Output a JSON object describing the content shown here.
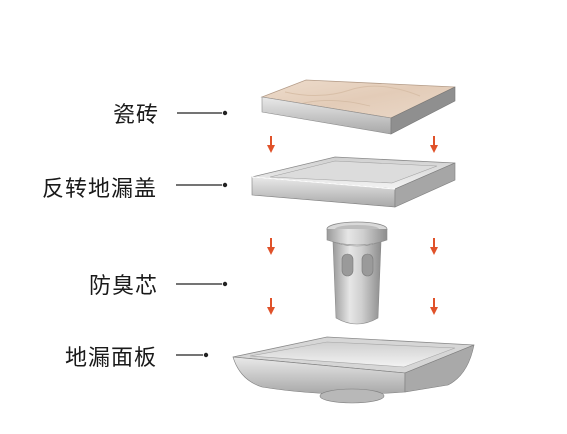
{
  "labels": [
    {
      "id": "tile",
      "text": "瓷砖"
    },
    {
      "id": "cover",
      "text": "反转地漏盖"
    },
    {
      "id": "core",
      "text": "防臭芯"
    },
    {
      "id": "panel",
      "text": "地漏面板"
    }
  ],
  "watermark": "",
  "colors": {
    "arrow": "#e0522a",
    "steel_light": "#e8e8e8",
    "steel_mid": "#b9b9b9",
    "steel_dark": "#8f8f8f",
    "tile_top": "#e6d2c0",
    "line": "#222222"
  },
  "icons": [
    "down-arrow-icon"
  ]
}
